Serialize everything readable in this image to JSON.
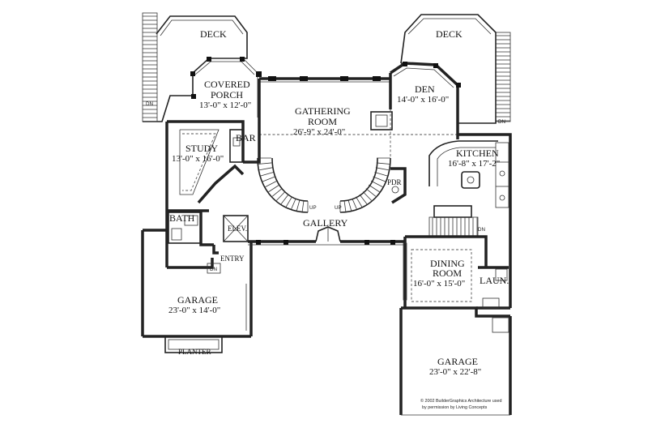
{
  "rooms": {
    "deck_left": {
      "name": "DECK"
    },
    "deck_right": {
      "name": "DECK"
    },
    "covered_porch": {
      "name_line1": "COVERED",
      "name_line2": "PORCH",
      "size": "13'-0\" x 12'-0\""
    },
    "den": {
      "name": "DEN",
      "size": "14'-0\" x 16'-0\""
    },
    "gathering_room": {
      "name_line1": "GATHERING",
      "name_line2": "ROOM",
      "size": "26'-9\" x 24'-0\""
    },
    "bar": {
      "name": "BAR"
    },
    "study": {
      "name": "STUDY",
      "size": "13'-0\" x 16'-0\""
    },
    "kitchen": {
      "name": "KITCHEN",
      "size": "16'-8\" x 17'-2\""
    },
    "pdr": {
      "name": "PDR"
    },
    "bath": {
      "name": "BATH"
    },
    "elev": {
      "name": "ELEV."
    },
    "gallery": {
      "name": "GALLERY"
    },
    "entry": {
      "name": "ENTRY"
    },
    "dining_room": {
      "name_line1": "DINING",
      "name_line2": "ROOM",
      "size": "16'-0\" x 15'-0\""
    },
    "laun": {
      "name": "LAUN."
    },
    "garage_left": {
      "name": "GARAGE",
      "size": "23'-0\" x 14'-0\""
    },
    "garage_right": {
      "name": "GARAGE",
      "size": "23'-0\" x 22'-8\""
    },
    "planter": {
      "name": "PLANTER"
    }
  },
  "annotations": {
    "dn_left": "DN",
    "dn_right": "DN",
    "dn_kitchen": "DN",
    "dn_entry": "DN",
    "up_left": "UP",
    "up_right": "UP"
  },
  "credit": {
    "line1": "© 2002 BuilderGraphics Architecture used",
    "line2": "by permission by Living Concepts"
  }
}
